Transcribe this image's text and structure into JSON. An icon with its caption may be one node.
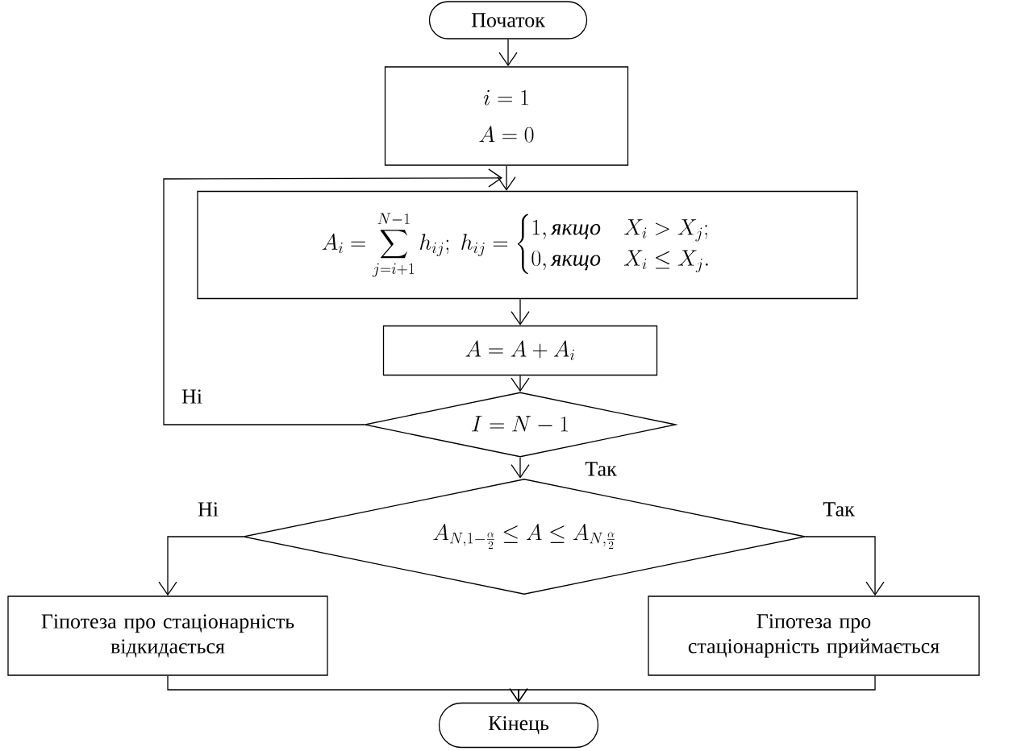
{
  "diagram": {
    "nodes": [
      {
        "text": [
          "Початок"
        ]
      },
      {
        "text": [
          "i = 1",
          "A = 0"
        ]
      },
      {
        "text": [
          "A_{i} = \\sum_{j=i+1}^{N-1} h_{ij};\\; h_{ij} = \\begin{cases} 1,\\textit{якщо}\\quad X_{i} > X_{j}; \\\\ 0,\\textit{якщо}\\quad X_{i} \\le X_{j}. \\end{cases}"
        ]
      },
      {
        "text": [
          "A = A + A_{i}"
        ]
      },
      {
        "text": [
          "I = N - 1"
        ]
      },
      {
        "text": [
          "A_{N,1-\\frac{\\alpha}{2}} \\le A \\le A_{N,\\frac{\\alpha}{2}}"
        ]
      },
      {
        "text": [
          "Гіпотеза про стаціонарність відкидається"
        ]
      },
      {
        "text": [
          "Гіпотеза про стаціонарність приймається"
        ]
      },
      {
        "text": [
          "Кінець"
        ]
      }
    ],
    "edges": [
      {
        "from": 0,
        "to": 1,
        "arrow": "to"
      },
      {
        "from": 1,
        "to": 2,
        "arrow": "to"
      },
      {
        "from": 2,
        "to": 3,
        "arrow": "to"
      },
      {
        "from": 3,
        "to": 4,
        "arrow": "to"
      },
      {
        "from": 4,
        "to": 2,
        "arrow": "to",
        "label": "Ні"
      },
      {
        "from": 4,
        "to": 5,
        "arrow": "to",
        "label": "Так"
      },
      {
        "from": 5,
        "to": 6,
        "arrow": "to",
        "label": "Ні"
      },
      {
        "from": 5,
        "to": 7,
        "arrow": "to",
        "label": "Так"
      },
      {
        "from": 6,
        "to": 8,
        "arrow": "to"
      },
      {
        "from": 7,
        "to": 8,
        "arrow": "to"
      }
    ]
  }
}
